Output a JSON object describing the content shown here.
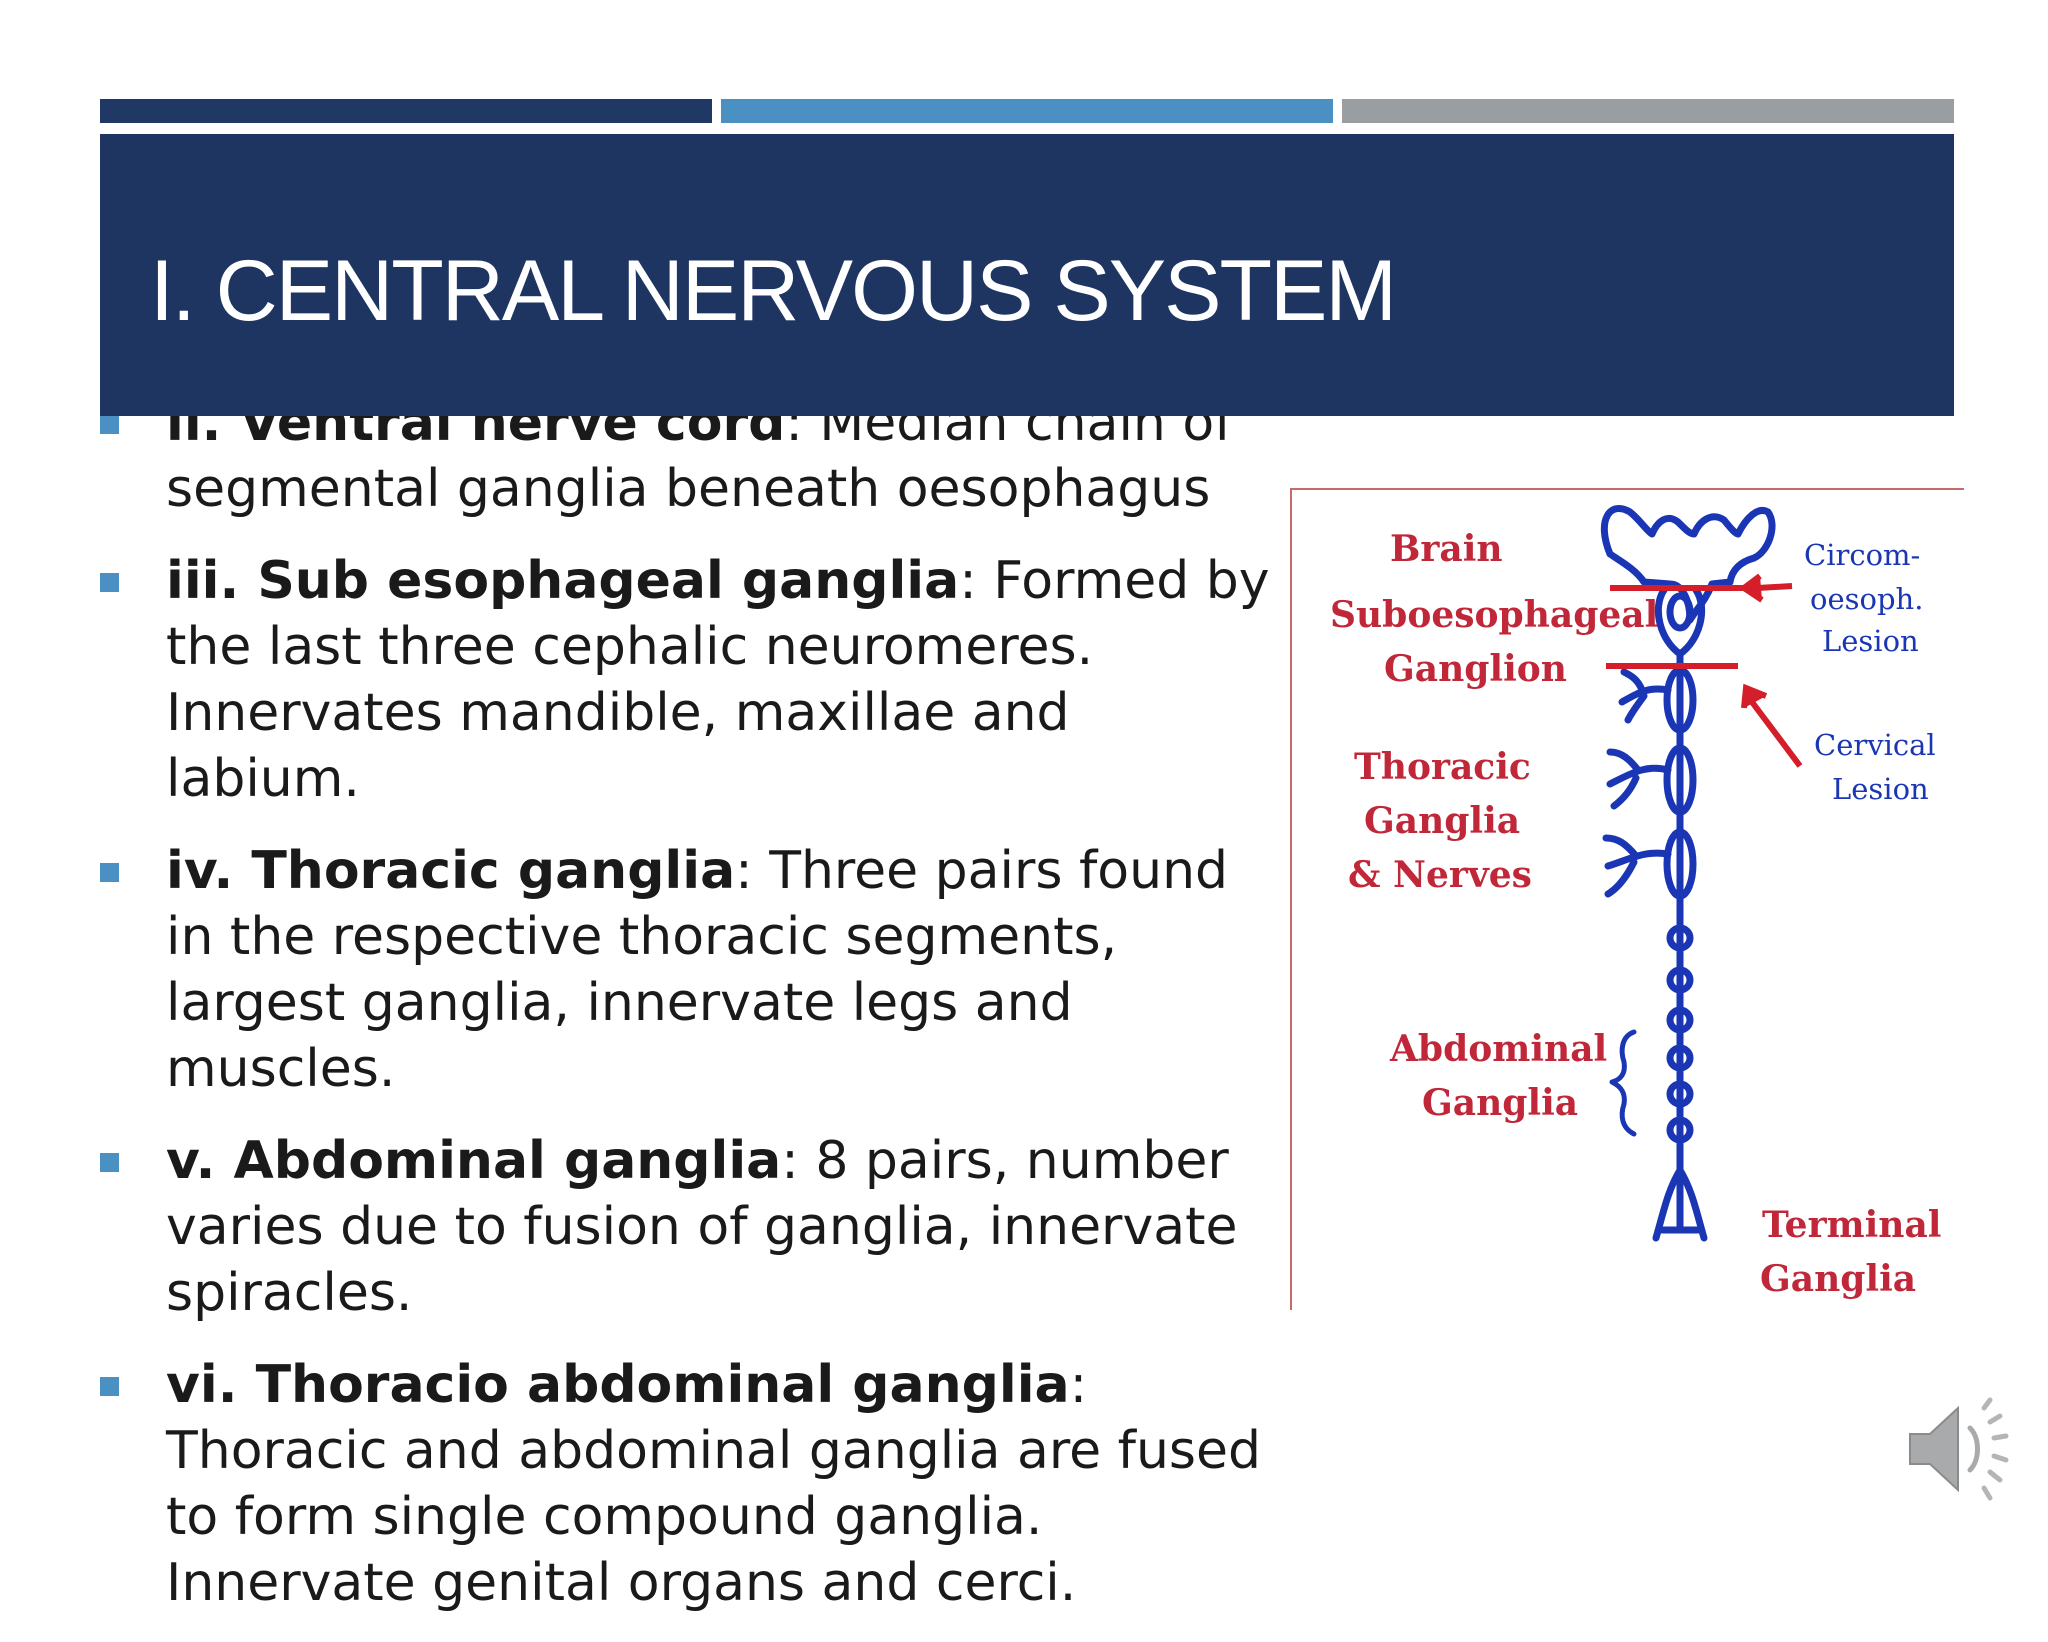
{
  "slide": {
    "title": "I. CENTRAL NERVOUS SYSTEM",
    "bullets": [
      {
        "term": "ii. Ventral nerve cord",
        "text": ": Median chain of segmental ganglia beneath oesophagus"
      },
      {
        "term": "iii. Sub esophageal ganglia",
        "text": ": Formed by the last three cephalic neuromeres. Innervates mandible, maxillae and labium."
      },
      {
        "term": "iv. Thoracic ganglia",
        "text": ": Three pairs found in the respective thoracic segments, largest ganglia, innervate legs and muscles."
      },
      {
        "term": "v. Abdominal ganglia",
        "text": ": 8 pairs, number varies due to fusion of ganglia, innervate spiracles."
      },
      {
        "term": "vi. Thoracio abdominal ganglia",
        "text": ": Thoracic and abdominal ganglia are fused to form single compound ganglia. Innervate genital organs and cerci."
      }
    ]
  },
  "diagram": {
    "labels": {
      "brain": "Brain",
      "subesophageal_line1": "Suboesophageal",
      "subesophageal_line2": "Ganglion",
      "thoracic_line1": "Thoracic",
      "thoracic_line2": "Ganglia",
      "thoracic_line3": "& Nerves",
      "abdominal_line1": "Abdominal",
      "abdominal_line2": "Ganglia",
      "terminal_line1": "Terminal",
      "terminal_line2": "Ganglia",
      "circum_line1": "Circom-",
      "circum_line2": "oesoph.",
      "circum_line3": "Lesion",
      "cervical_line1": "Cervical",
      "cervical_line2": "Lesion"
    }
  },
  "colors": {
    "title_band": "#1e3461",
    "bar_dark": "#1f3864",
    "bar_blue": "#4a90c2",
    "bar_gray": "#9a9ea3",
    "bullet_marker": "#4a90c2",
    "diagram_red": "#c0283a",
    "diagram_blue": "#1a36b4"
  },
  "icons": {
    "speaker": "speaker-icon"
  }
}
